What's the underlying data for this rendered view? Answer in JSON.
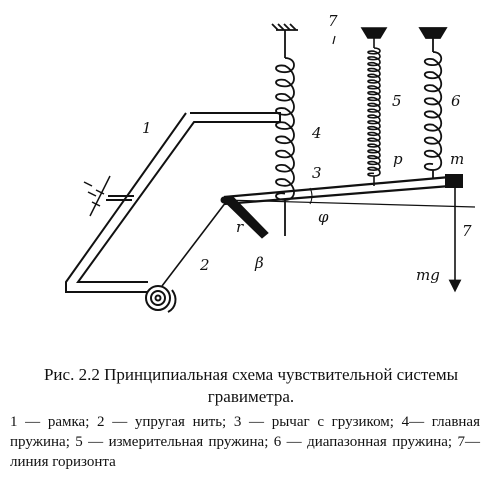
{
  "diagram": {
    "labels": {
      "frame": "1",
      "thread": "2",
      "lever": "3",
      "main_spring": "4",
      "meas_spring": "5",
      "range_spring": "6",
      "horizon_top": "7",
      "horizon_side": "7",
      "p": "p",
      "m": "m",
      "r": "r",
      "beta": "β",
      "phi": "φ",
      "mg": "mg"
    }
  },
  "caption": {
    "title": "Рис. 2.2 Принципиальная схема чувствительной системы гравиметра.",
    "legend": "1 — рамка; 2 — упругая нить; 3 — рычаг с грузиком; 4— главная пружина; 5 — измерительная пружина; 6 — диапазонная пружина; 7—линия горизонта"
  }
}
